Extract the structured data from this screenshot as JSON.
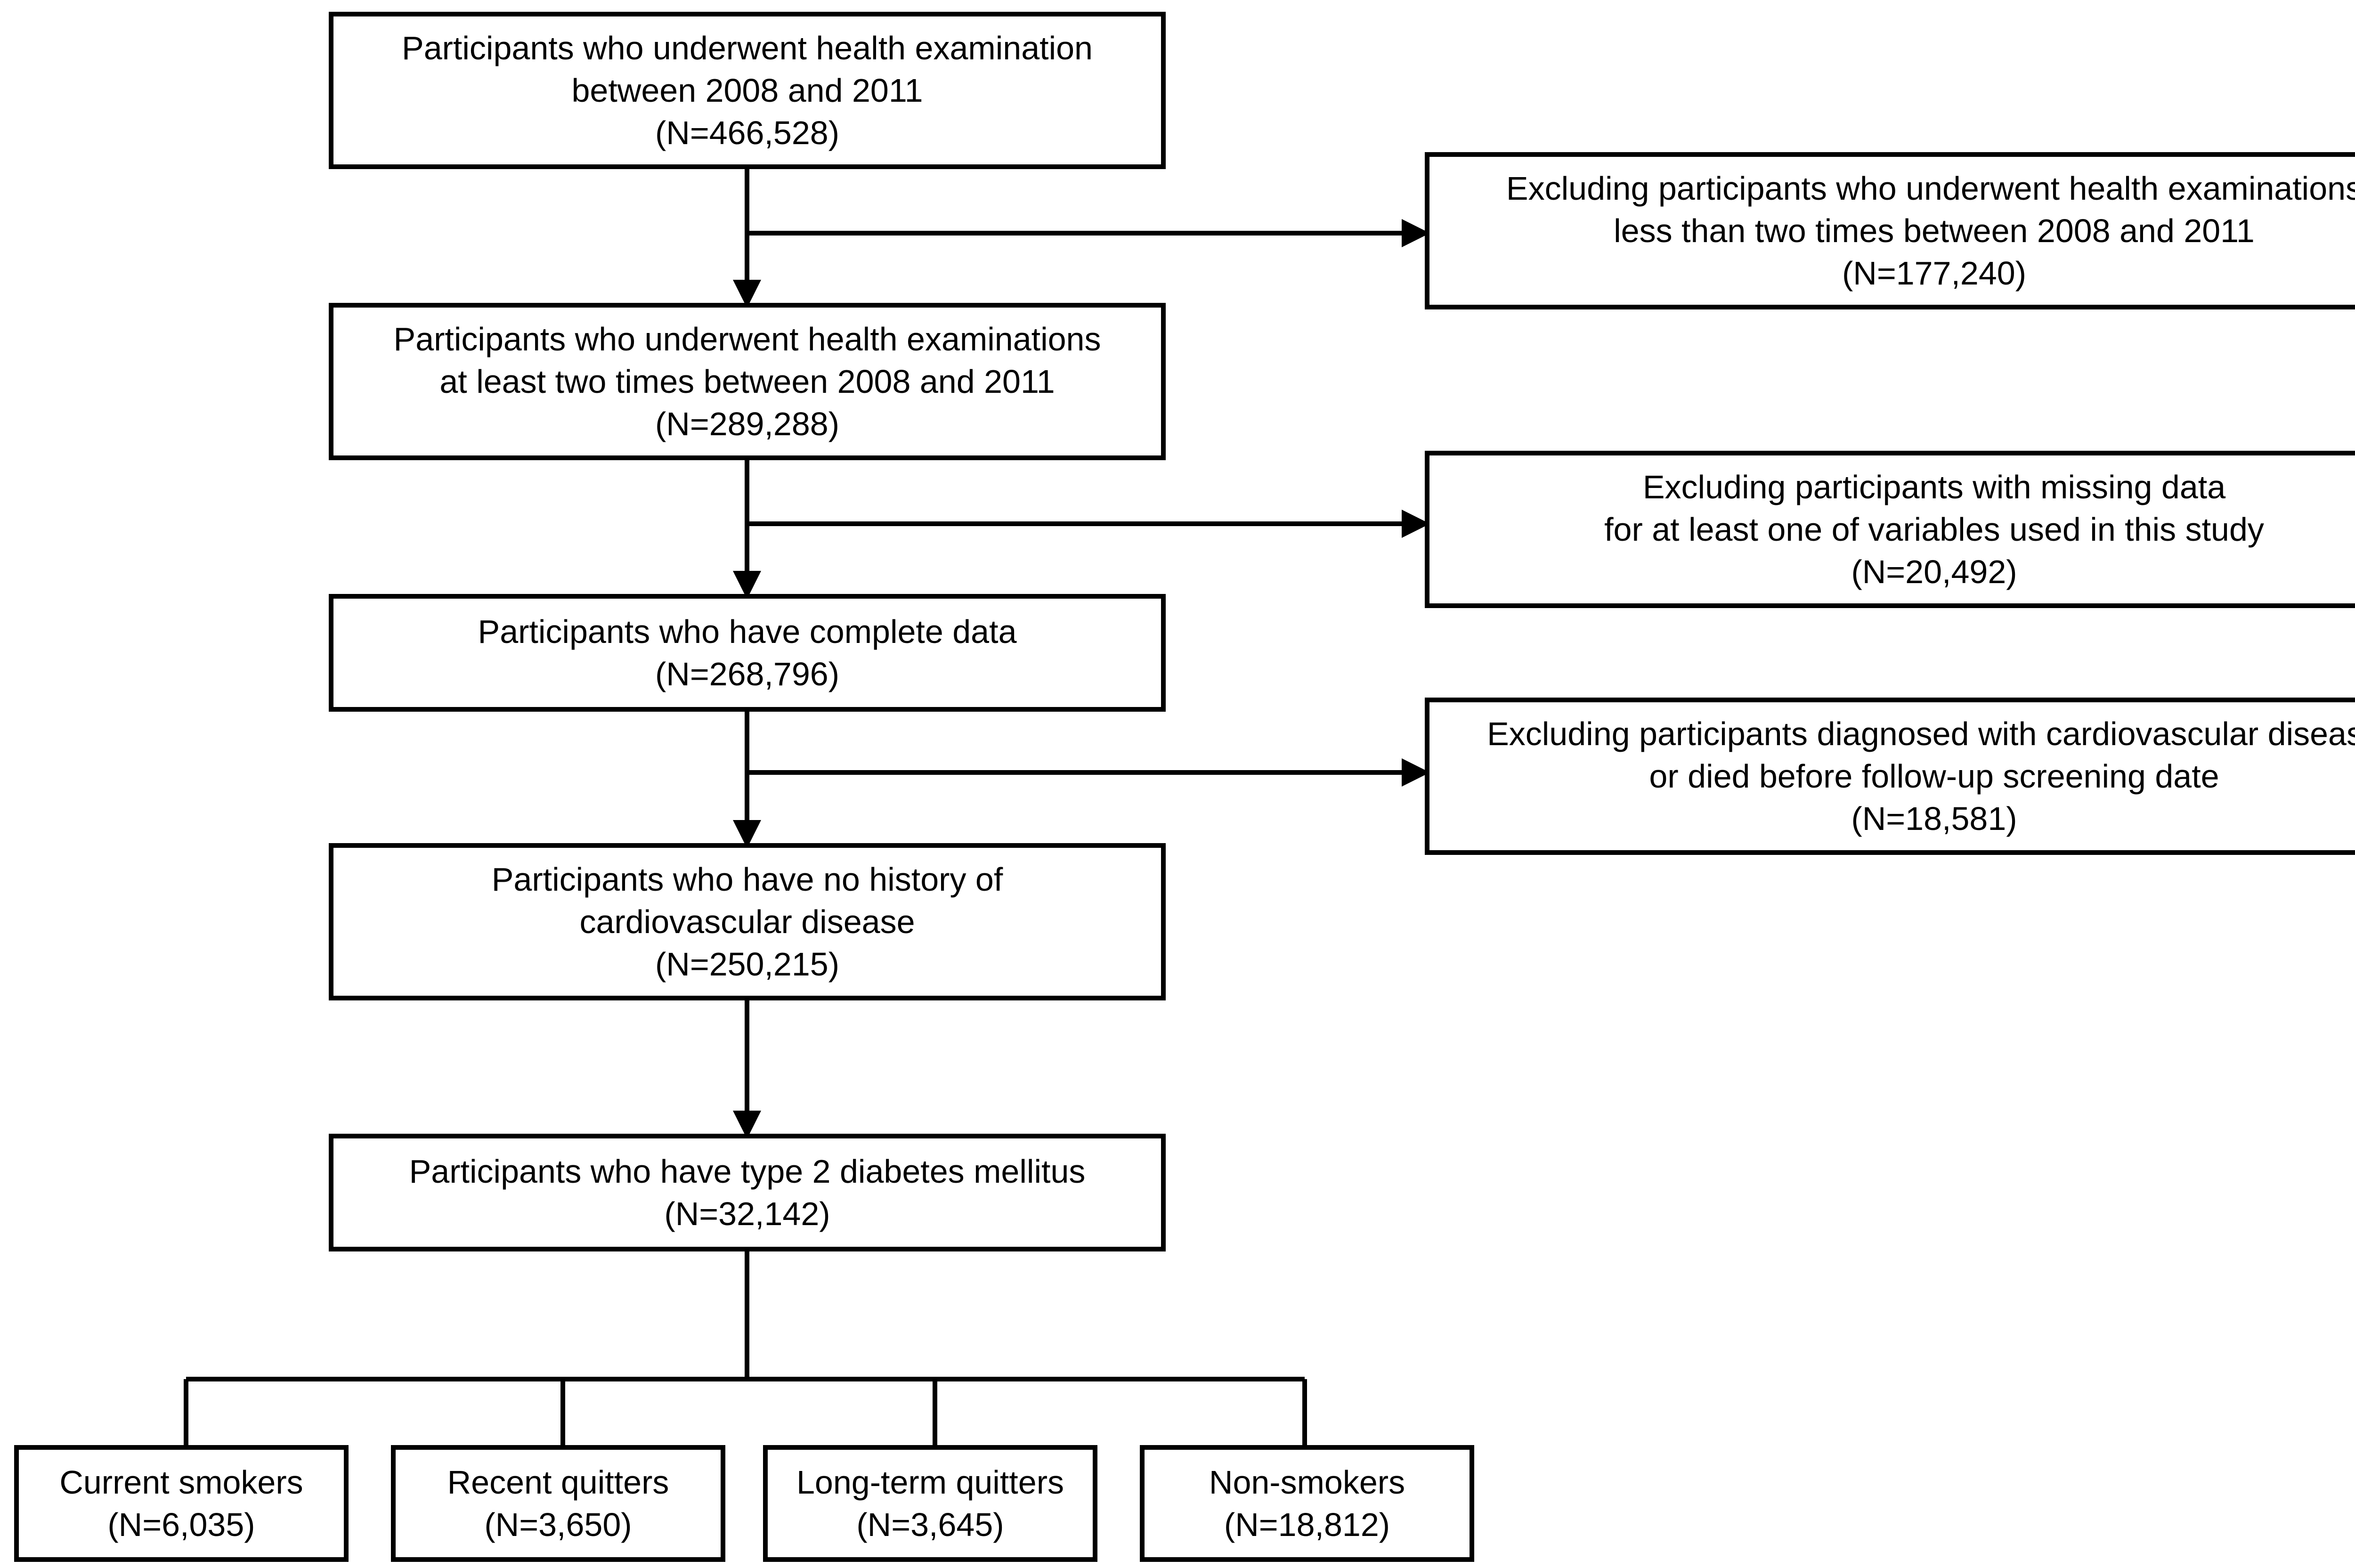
{
  "main_flow": [
    {
      "id": "initial",
      "lines": [
        "Participants who underwent health examination",
        "between 2008 and 2011",
        "(N=466,528)"
      ]
    },
    {
      "id": "two-exams",
      "lines": [
        "Participants who underwent health examinations",
        "at least two times between 2008 and 2011",
        "(N=289,288)"
      ]
    },
    {
      "id": "complete-data",
      "lines": [
        "Participants who have complete data",
        "(N=268,796)"
      ]
    },
    {
      "id": "no-cvd",
      "lines": [
        "Participants who have no history of",
        "cardiovascular disease",
        "(N=250,215)"
      ]
    },
    {
      "id": "t2dm",
      "lines": [
        "Participants who have type 2 diabetes mellitus",
        "(N=32,142)"
      ]
    }
  ],
  "exclusions": [
    {
      "id": "fewer-exams",
      "lines": [
        "Excluding participants who underwent health examinations",
        "less than two times between 2008 and 2011",
        "(N=177,240)"
      ]
    },
    {
      "id": "missing-data",
      "lines": [
        "Excluding participants with missing data",
        "for at least one of variables used in this study",
        "(N=20,492)"
      ]
    },
    {
      "id": "cvd-or-died",
      "lines": [
        "Excluding participants diagnosed with cardiovascular disease",
        "or died before follow-up screening date",
        "(N=18,581)"
      ]
    }
  ],
  "groups": [
    {
      "id": "current-smokers",
      "lines": [
        "Current smokers",
        "(N=6,035)"
      ]
    },
    {
      "id": "recent-quitters",
      "lines": [
        "Recent quitters",
        "(N=3,650)"
      ]
    },
    {
      "id": "long-term-quitters",
      "lines": [
        "Long-term quitters",
        "(N=3,645)"
      ]
    },
    {
      "id": "non-smokers",
      "lines": [
        "Non-smokers",
        "(N=18,812)"
      ]
    }
  ]
}
